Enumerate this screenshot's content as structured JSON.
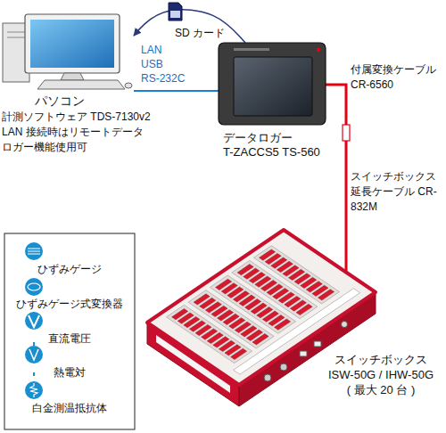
{
  "diagram": {
    "nodes": [
      {
        "text": [
          "パソコン",
          "計測ソフトウェア TDS-7130v2",
          "LAN 接続時はリモートデータ ロガー機能使用可"
        ]
      },
      {
        "text": [
          "データロガー",
          "T-ZACCS5 TS-560"
        ]
      },
      {
        "text": [
          "ひずみゲージ",
          "ひずみゲージ式変換器",
          "直流電圧",
          "熱電対",
          "白金測温抵抗体"
        ]
      },
      {
        "text": [
          "スイッチボックス",
          "ISW-50G / IHW-50G",
          "( 最大 20 台 )"
        ]
      }
    ],
    "edges": [
      {
        "from": 1,
        "to": 0,
        "arrow": "none",
        "label": "LAN USB RS-232C"
      },
      {
        "from": 1,
        "to": 0,
        "arrow": "to",
        "label": "SD カード"
      },
      {
        "from": 1,
        "to": 3,
        "arrow": "none"
      }
    ],
    "labels": [
      "付属変換ケーブル CR-6560",
      "スイッチボックス 延長ケーブル CR-832M"
    ]
  }
}
